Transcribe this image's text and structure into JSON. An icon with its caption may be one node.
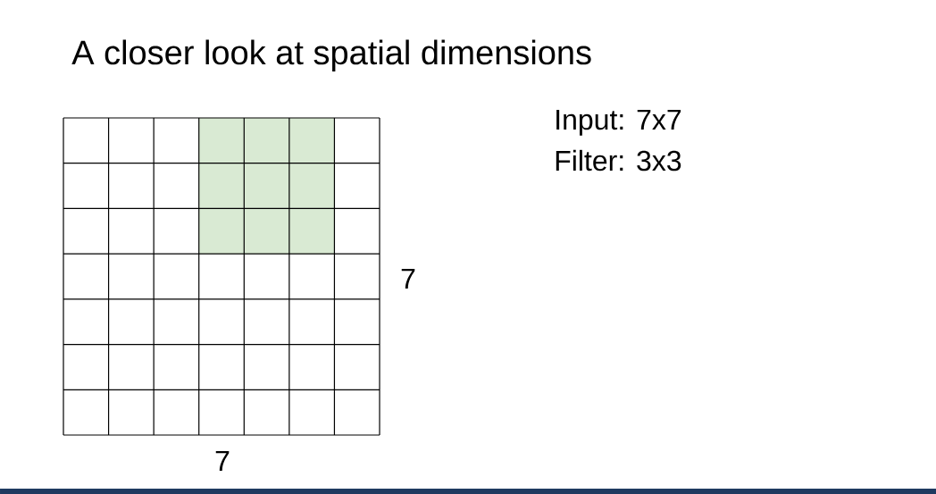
{
  "diagram": {
    "title": "A closer look at spatial dimensions",
    "labels": [
      "Input: 7x7",
      "Filter: 3x3",
      "7",
      "7"
    ]
  }
}
